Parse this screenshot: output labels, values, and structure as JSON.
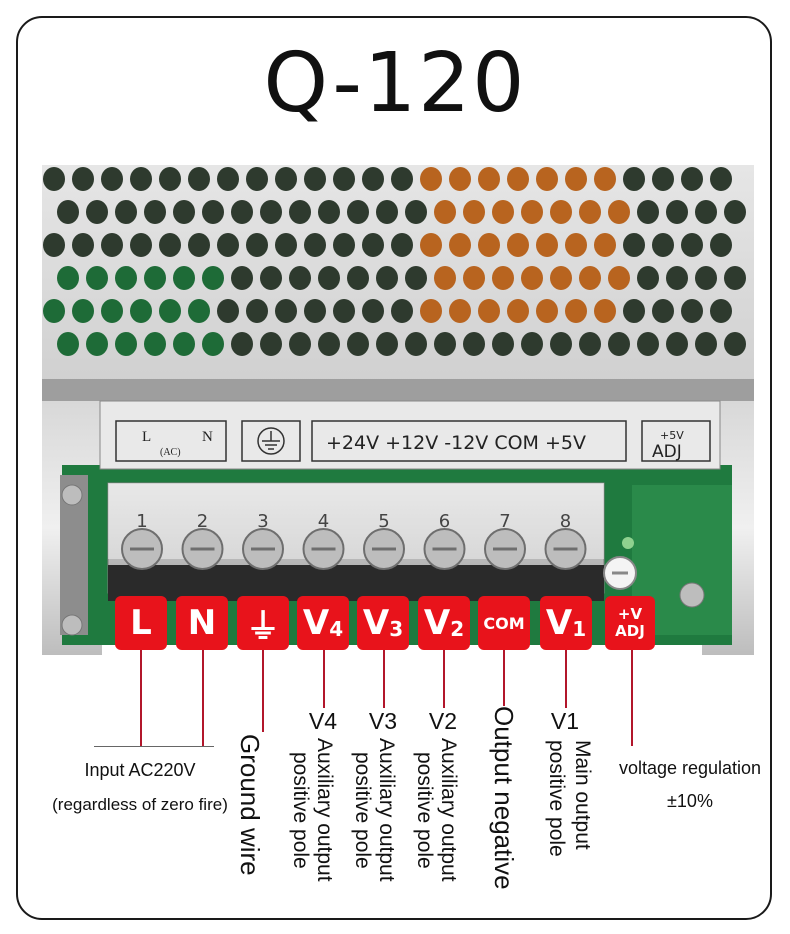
{
  "title": "Q-120",
  "panel": {
    "input_label": "L (AC) N",
    "input_l": "L",
    "input_ac": "(AC)",
    "input_n": "N",
    "outputs_label": "+24V +12V -12V COM +5V",
    "adj_top": "+5V",
    "adj_bottom": "ADJ"
  },
  "screws": [
    "1",
    "2",
    "3",
    "4",
    "5",
    "6",
    "7",
    "8"
  ],
  "terminals": [
    {
      "label": "L",
      "sub": ""
    },
    {
      "label": "N",
      "sub": ""
    },
    {
      "label": "⏚",
      "sub": ""
    },
    {
      "label": "V",
      "sub": "4"
    },
    {
      "label": "V",
      "sub": "3"
    },
    {
      "label": "V",
      "sub": "2"
    },
    {
      "label": "COM",
      "sub": ""
    },
    {
      "label": "V",
      "sub": "1"
    },
    {
      "label": "+V",
      "sub": "ADJ"
    }
  ],
  "annotations": {
    "input_line1": "Input AC220V",
    "input_line2": "(regardless of zero fire)",
    "ground": "Ground wire",
    "v4_title": "V4",
    "v4_text_a": "Auxiliary output",
    "v4_text_b": "positive pole",
    "v3_title": "V3",
    "v3_text_a": "Auxiliary output",
    "v3_text_b": "positive pole",
    "v2_title": "V2",
    "v2_text_a": "Auxiliary output",
    "v2_text_b": "positive pole",
    "com": "Output negative",
    "v1_title": "V1",
    "v1_text_a": "Main output",
    "v1_text_b": "positive pole",
    "adj_line1": "voltage regulation",
    "adj_line2": "±10%"
  },
  "colors": {
    "terminal_red": "#e8131b",
    "pointer_line": "#b2162b",
    "metal": "#c9c9c9",
    "pcb_green": "#1f7a3f",
    "copper": "#b8641f"
  }
}
